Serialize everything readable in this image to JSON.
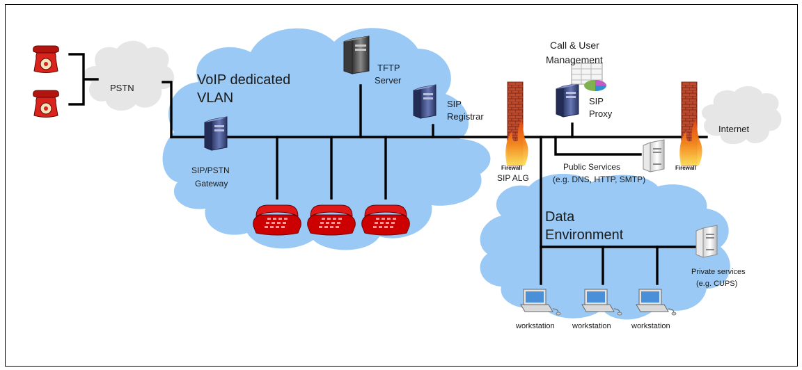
{
  "labels": {
    "pstn": "PSTN",
    "voip_vlan_line1": "VoIP  dedicated",
    "voip_vlan_line2": "VLAN",
    "tftp_line1": "TFTP",
    "tftp_line2": "Server",
    "sip_registrar_line1": "SIP",
    "sip_registrar_line2": "Registrar",
    "call_mgmt_line1": "Call & User",
    "call_mgmt_line2": "Management",
    "sip_proxy_line1": "SIP",
    "sip_proxy_line2": "Proxy",
    "internet": "Internet",
    "gateway_line1": "SIP/PSTN",
    "gateway_line2": "Gateway",
    "firewall_left": "Firewall",
    "sip_alg": "SIP ALG",
    "firewall_right": "Firewall",
    "public_services_line1": "Public Services",
    "public_services_line2": "(e.g. DNS, HTTP, SMTP)",
    "data_env_line1": "Data",
    "data_env_line2": "Environment",
    "private_services_line1": "Private services",
    "private_services_line2": "(e.g. CUPS)",
    "workstation_1": "workstation",
    "workstation_2": "workstation",
    "workstation_3": "workstation"
  },
  "colors": {
    "cloud_blue": "#99c9f4",
    "cloud_grey": "#e6e6e6",
    "phone_red": "#cc0000",
    "server_blue": "#3f4f86",
    "firewall_brick": "#c0492b",
    "flame_orange": "#f68b1f"
  }
}
